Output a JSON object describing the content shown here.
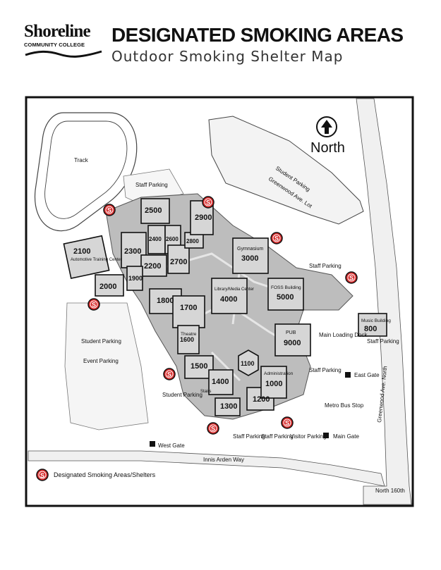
{
  "header": {
    "logo_name": "Shoreline",
    "logo_sub": "COMMUNITY COLLEGE",
    "title": "DESIGNATED SMOKING AREAS",
    "subtitle": "Outdoor Smoking Shelter Map"
  },
  "map": {
    "north_label": "North",
    "buildings": [
      "2100",
      "2000",
      "2300",
      "2400",
      "2500",
      "2600",
      "2700",
      "2800",
      "2900",
      "2200",
      "1900",
      "1800",
      "1700",
      "1600",
      "1500",
      "1400",
      "1300",
      "1200",
      "1100",
      "1000",
      "3000",
      "4000",
      "5000",
      "9000",
      "800"
    ],
    "building_names": {
      "b2100": "Automotive Training Center",
      "b1600": "Theatre",
      "b1700": "Library/Media Center",
      "b3000": "Gymnasium",
      "b5000": "FOSS Building",
      "b9000": "PUB",
      "b1000": "Administration",
      "b800": "Music Building",
      "b1100": "Stairs"
    },
    "labels": {
      "track": "Track",
      "staff_parking_top": "Staff Parking",
      "student_parking_lot": "Student Parking",
      "greenwood_lot": "Greenwood Ave. Lot",
      "staff_parking_right": "Staff Parking",
      "staff_parking_east": "Staff Parking",
      "staff_parking_mid": "Staff Parking",
      "main_loading_dock": "Main Loading Dock",
      "student_parking_west": "Student Parking",
      "event_parking": "Event Parking",
      "student_parking_south": "Student Parking",
      "staff_parking_s1": "Staff Parking",
      "staff_parking_s2": "Staff Parking",
      "visitor_parking": "Visitor Parking",
      "west_gate": "West Gate",
      "east_gate": "East Gate",
      "main_gate": "Main Gate",
      "metro_bus_stop": "Metro Bus Stop",
      "innis_arden": "Innis Arden Way",
      "greenwood_north": "Greenwood Ave. North",
      "north_160th": "North 160th"
    },
    "smoking_marker_letter": "S",
    "legend_label": "Designated Smoking Areas/Shelters"
  }
}
